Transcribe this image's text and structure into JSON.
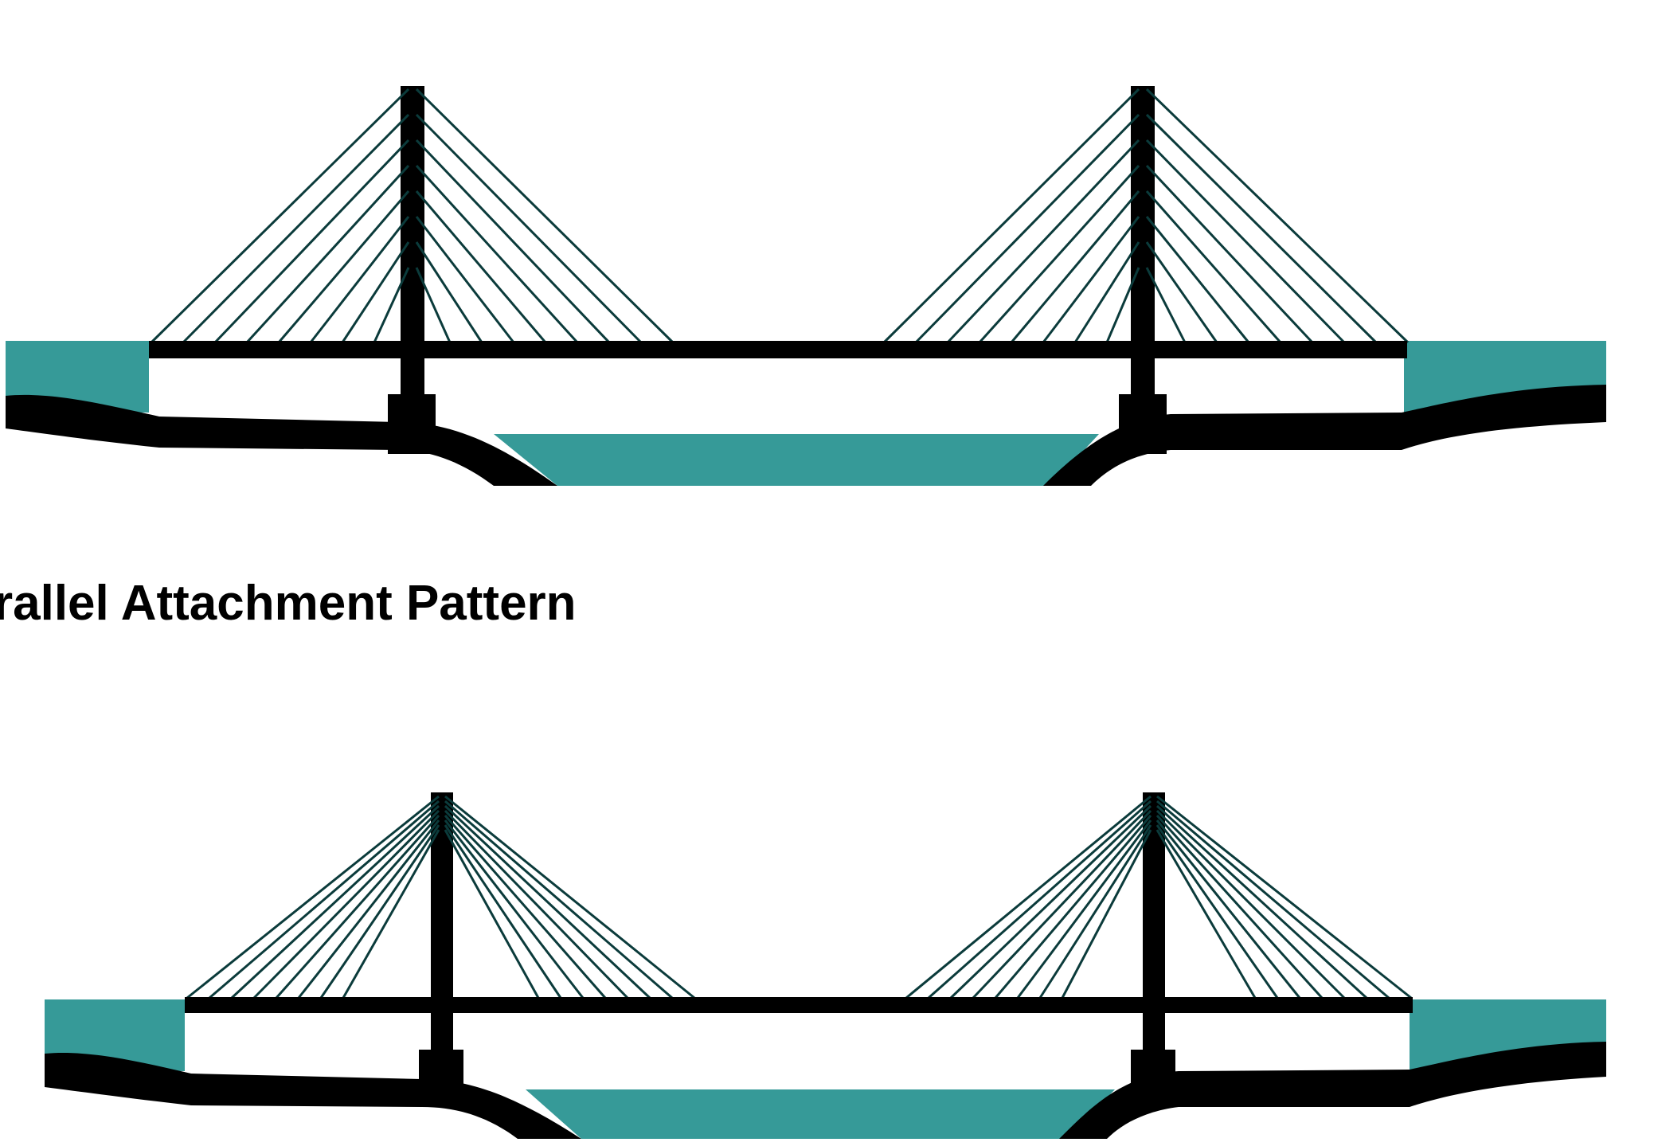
{
  "caption": "rallel Attachment Pattern",
  "colors": {
    "water": "#369a98",
    "structure": "#000000",
    "cable": "#0b3b3b",
    "background": "#ffffff"
  },
  "diagrams": [
    {
      "name": "parallel-attachment-pattern",
      "cable_pattern": "parallel",
      "towers": 2,
      "cables_per_side": 8
    },
    {
      "name": "radial-attachment-pattern",
      "cable_pattern": "radial",
      "towers": 2,
      "cables_per_side": 8
    }
  ]
}
